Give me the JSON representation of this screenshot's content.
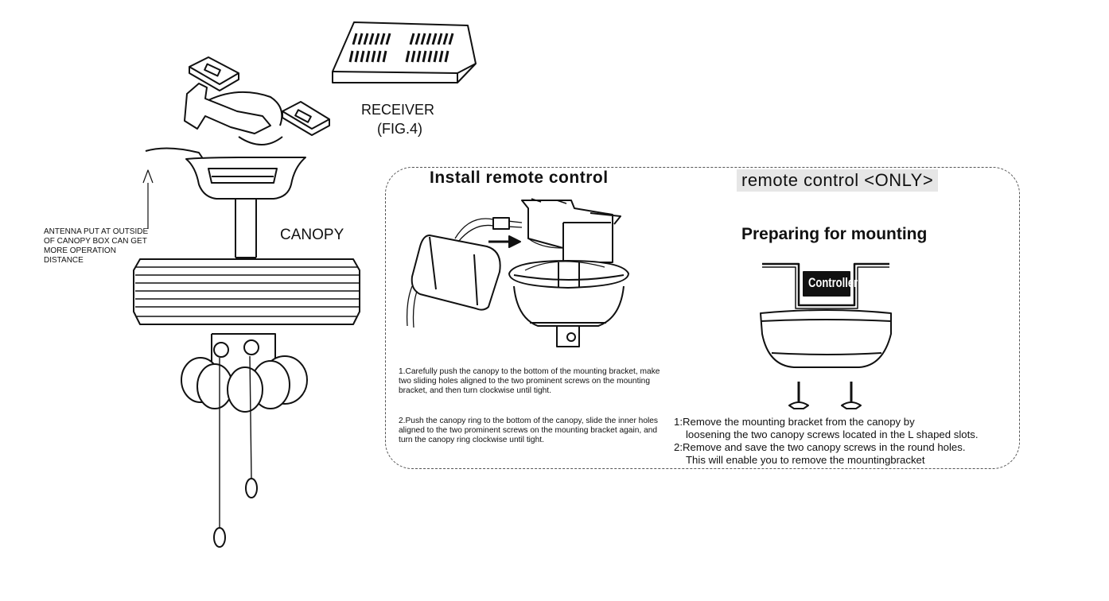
{
  "receiver": {
    "title": "RECEIVER",
    "figure": "(FIG.4)"
  },
  "canopy_label": "CANOPY",
  "antenna_note": [
    "ANTENNA PUT  AT OUTSIDE",
    "OF CANOPY BOX CAN GET",
    "MORE OPERATION",
    "DISTANCE"
  ],
  "install": {
    "title": "Install remote control",
    "step1": "1.Carefully push the canopy to the bottom of the mounting bracket, make two sliding holes aligned to the two prominent screws on the mounting bracket, and then turn clockwise until tight.",
    "step2": "2.Push the canopy ring to the bottom of the canopy, slide the inner holes aligned to the two prominent screws on the mounting bracket again, and turn the canopy ring clockwise until tight."
  },
  "remote_only": {
    "title": "remote control <ONLY>",
    "subtitle": "Preparing for mounting",
    "controller_label": "Controller",
    "step1_line1": "1:Remove the mounting bracket from the canopy by",
    "step1_line2": "loosening the two canopy screws located in the L shaped slots.",
    "step2_line1": "2:Remove and save the two canopy screws in the round holes.",
    "step2_line2": "This will enable you to remove the mountingbracket"
  }
}
